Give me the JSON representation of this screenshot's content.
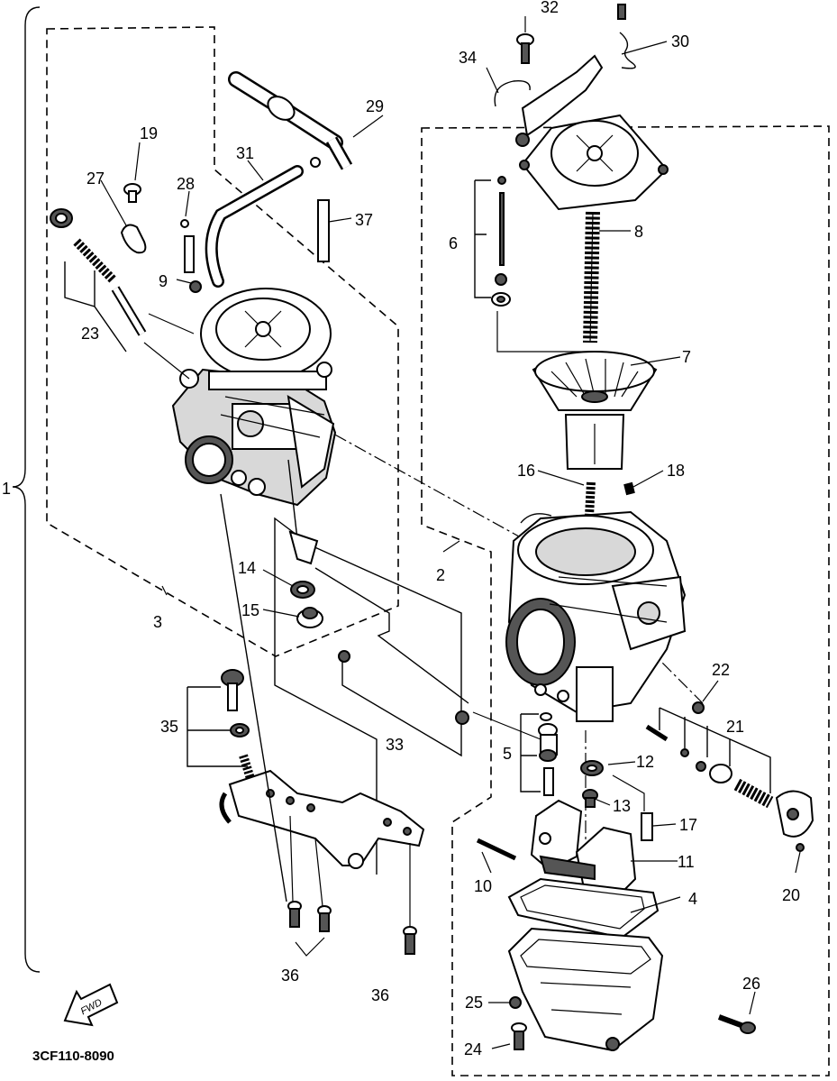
{
  "diagram": {
    "callouts": {
      "c1": "1",
      "c2": "2",
      "c3": "3",
      "c4": "4",
      "c5": "5",
      "c6": "6",
      "c7": "7",
      "c8": "8",
      "c9": "9",
      "c10": "10",
      "c11": "11",
      "c12": "12",
      "c13": "13",
      "c14": "14",
      "c15": "15",
      "c16": "16",
      "c17": "17",
      "c18": "18",
      "c19": "19",
      "c20": "20",
      "c21": "21",
      "c22": "22",
      "c23": "23",
      "c24": "24",
      "c25": "25",
      "c26": "26",
      "c27": "27",
      "c28": "28",
      "c29": "29",
      "c30": "30",
      "c31": "31",
      "c32": "32",
      "c33": "33",
      "c34": "34",
      "c35": "35",
      "c36a": "36",
      "c36b": "36",
      "c37": "37"
    },
    "fwd_label": "FWD",
    "drawing_code": "3CF110-8090"
  }
}
